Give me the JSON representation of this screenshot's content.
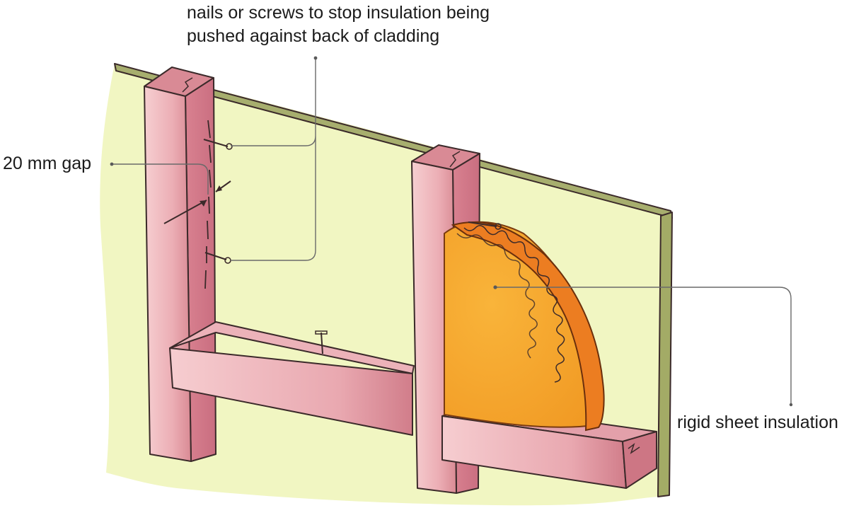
{
  "labels": {
    "nails_line1": "nails or screws to stop insulation being",
    "nails_line2": "pushed against back of cladding",
    "gap": "20 mm gap",
    "insulation": "rigid sheet insulation"
  },
  "colors": {
    "cladding": "#f1f6c2",
    "cladding_edge": "#a7ae6e",
    "timber_light": "#f3c3c6",
    "timber_dark": "#d57f8a",
    "insulation": "#f6a52a",
    "insulation_edge": "#e8771f",
    "leader": "#6a6a6a"
  },
  "icons": [
    "nail-icon",
    "nail-icon",
    "nail-icon",
    "nail-icon",
    "dimension-arrow-icon"
  ]
}
